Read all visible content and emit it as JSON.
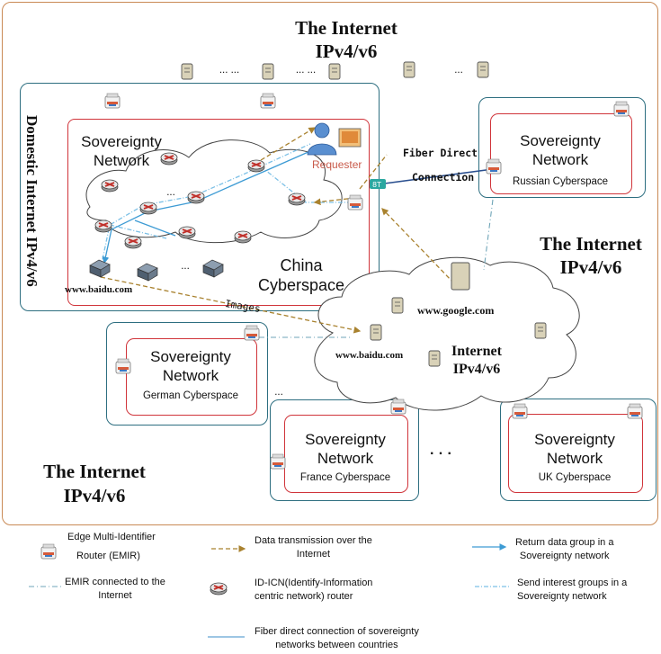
{
  "title_internet_top": "The Internet",
  "title_ipv_top": "IPv4/v6",
  "title_internet_right": "The Internet",
  "title_ipv_right": "IPv4/v6",
  "title_internet_bottom": "The Internet",
  "title_ipv_bottom": "IPv4/v6",
  "domestic_label": "Domestic Internet IPv4/v6",
  "china": {
    "sov_line1": "Sovereignty",
    "sov_line2": "Network",
    "cyber_line1": "China",
    "cyber_line2": "Cyberspace",
    "requester": "Requester",
    "site": "www.baidu.com",
    "dots": "..."
  },
  "fiber_line1": "Fiber Direct",
  "fiber_line2": "Connection",
  "images_label": "Images",
  "internet_cloud": {
    "google": "www.google.com",
    "baidu": "www.baidu.com",
    "title1": "Internet",
    "title2": "IPv4/v6"
  },
  "top_dots": [
    "... ...",
    "... ...",
    "..."
  ],
  "ellipsis": "· · ·",
  "networks": {
    "russia": {
      "line1": "Sovereignty",
      "line2": "Network",
      "sub": "Russian Cyberspace"
    },
    "germany": {
      "line1": "Sovereignty",
      "line2": "Network",
      "sub": "German Cyberspace"
    },
    "france": {
      "line1": "Sovereignty",
      "line2": "Network",
      "sub": "France Cyberspace"
    },
    "uk": {
      "line1": "Sovereignty",
      "line2": "Network",
      "sub": "UK Cyberspace"
    }
  },
  "colors": {
    "box_border": "#2d6e80",
    "sov_border": "#d0343a",
    "data_transmission": "#a9822f",
    "return_data": "#3d9bd4",
    "send_interest": "#7cc0e6",
    "fiber": "#2a4f8f",
    "emir_internet": "#6fa5b8"
  },
  "legend": {
    "emir_line1": "Edge Multi-Identifier",
    "emir_line2": "Router (EMIR)",
    "data_line1": "Data transmission  over the",
    "data_line2": "Internet",
    "return_line1": "Return data group in a",
    "return_line2": "Sovereignty network",
    "emir_inet_line1": "EMIR connected to the",
    "emir_inet_line2": "Internet",
    "icn_line1": "ID-ICN(Identify-Information",
    "icn_line2": "centric network) router",
    "send_line1": "Send interest groups in a",
    "send_line2": "Sovereignty network",
    "fiber_line1": "Fiber direct connection of sovereignty",
    "fiber_line2": "networks between countries"
  },
  "icon_names": [
    "emir-router-icon",
    "icn-router-icon",
    "server-icon",
    "requester-icon",
    "storage-device-icon"
  ]
}
